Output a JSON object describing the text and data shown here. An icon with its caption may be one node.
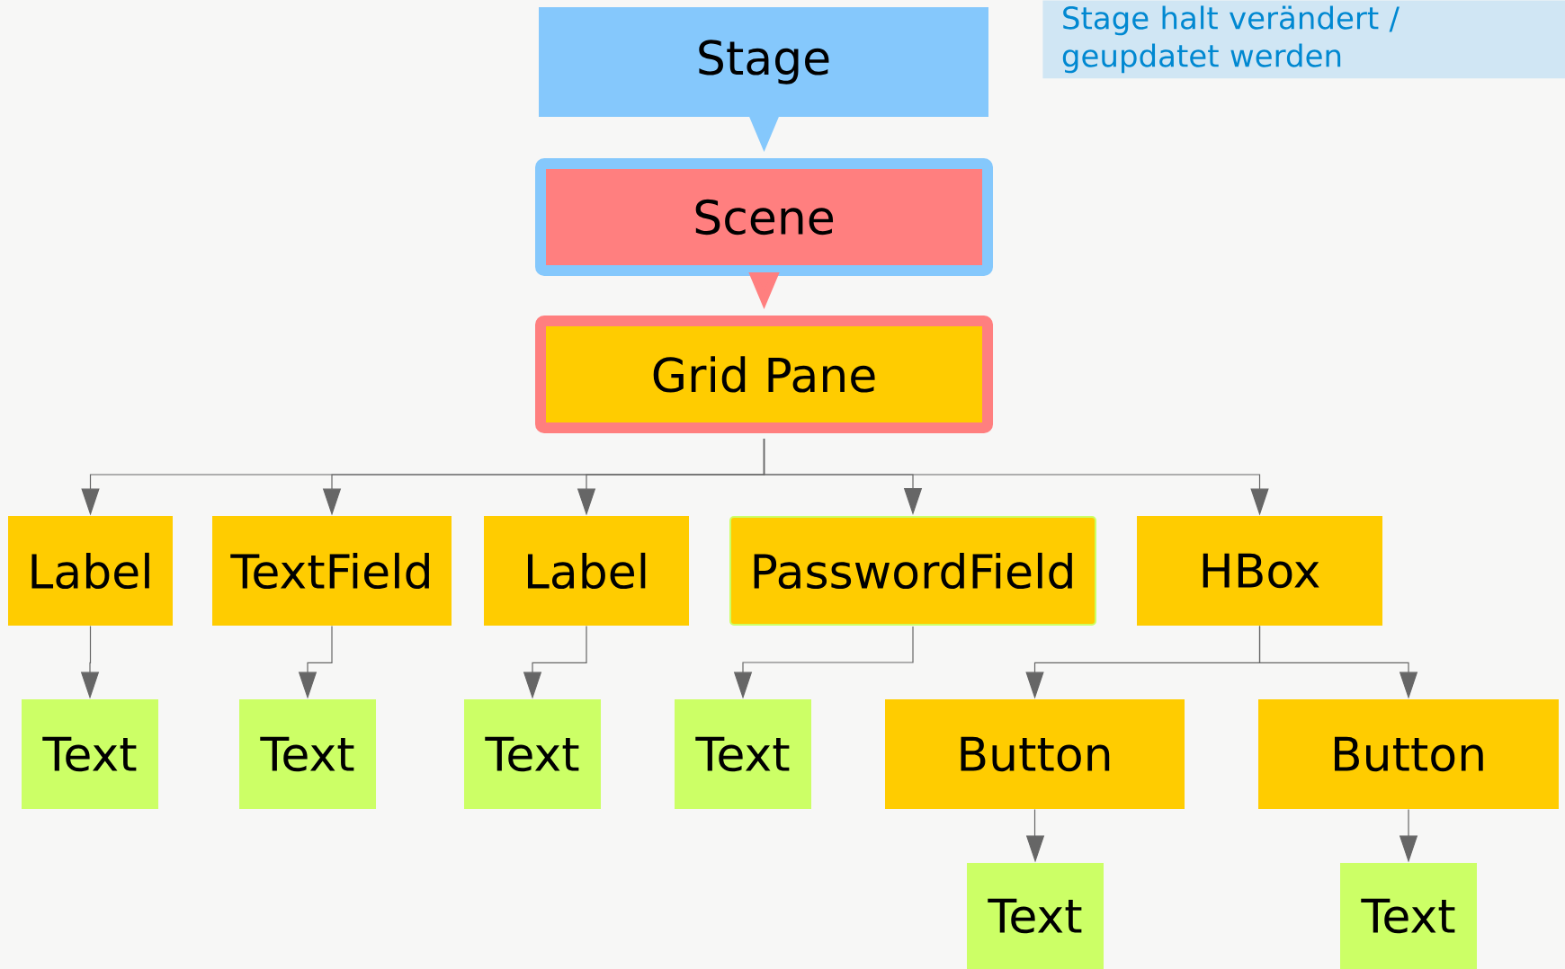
{
  "diagram": {
    "nodes": [
      {
        "text": [
          "Stage"
        ]
      },
      {
        "text": [
          "Scene"
        ]
      },
      {
        "text": [
          "Grid Pane"
        ]
      },
      {
        "text": [
          "Label"
        ]
      },
      {
        "text": [
          "TextField"
        ]
      },
      {
        "text": [
          "Label"
        ]
      },
      {
        "text": [
          "PasswordField"
        ]
      },
      {
        "text": [
          "HBox"
        ]
      },
      {
        "text": [
          "Text"
        ]
      },
      {
        "text": [
          "Text"
        ]
      },
      {
        "text": [
          "Text"
        ]
      },
      {
        "text": [
          "Text"
        ]
      },
      {
        "text": [
          "Button"
        ]
      },
      {
        "text": [
          "Button"
        ]
      },
      {
        "text": [
          "Text"
        ]
      },
      {
        "text": [
          "Text"
        ]
      }
    ],
    "edges": [
      {
        "from": 0,
        "to": 1,
        "arrow": "to",
        "style": "thick",
        "color": "#85c8fc"
      },
      {
        "from": 1,
        "to": 2,
        "arrow": "to",
        "style": "thick",
        "color": "#ff7f7f"
      },
      {
        "from": 2,
        "to": 3,
        "arrow": "to"
      },
      {
        "from": 2,
        "to": 4,
        "arrow": "to"
      },
      {
        "from": 2,
        "to": 5,
        "arrow": "to"
      },
      {
        "from": 2,
        "to": 6,
        "arrow": "to"
      },
      {
        "from": 2,
        "to": 7,
        "arrow": "to"
      },
      {
        "from": 3,
        "to": 8,
        "arrow": "to"
      },
      {
        "from": 4,
        "to": 9,
        "arrow": "to"
      },
      {
        "from": 5,
        "to": 10,
        "arrow": "to"
      },
      {
        "from": 6,
        "to": 11,
        "arrow": "to"
      },
      {
        "from": 7,
        "to": 12,
        "arrow": "to"
      },
      {
        "from": 7,
        "to": 13,
        "arrow": "to"
      },
      {
        "from": 12,
        "to": 14,
        "arrow": "to"
      },
      {
        "from": 13,
        "to": 15,
        "arrow": "to"
      }
    ],
    "labels": [
      "Stage halt verändert / geupdatet werden"
    ]
  }
}
